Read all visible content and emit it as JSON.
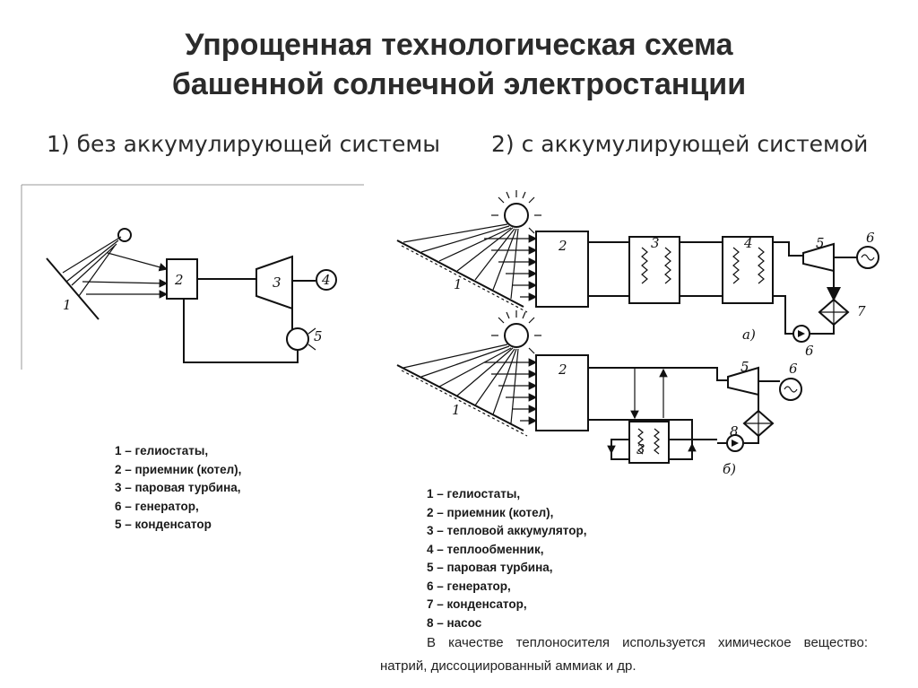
{
  "title_line1": "Упрощенная технологическая схема",
  "title_line2": "башенной солнечной электростанции",
  "subtitle_left": "1) без аккумулирующей системы",
  "subtitle_right": "2) с аккумулирующей системой",
  "diagram_labels": {
    "n1": "1",
    "n2": "2",
    "n3": "3",
    "n4": "4",
    "n5": "5",
    "n6": "6",
    "n7": "7",
    "n8": "8",
    "a": "а)",
    "b": "б)"
  },
  "legend_left": [
    "1 – гелиостаты,",
    "2 – приемник (котел),",
    "3 – паровая турбина,",
    "6 – генератор,",
    "5 – конденсатор"
  ],
  "legend_right": [
    "1 – гелиостаты,",
    "2 – приемник (котел),",
    "3 – тепловой аккумулятор,",
    "4 – теплообменник,",
    "5 – паровая турбина,",
    "6 – генератор,",
    "7 – конденсатор,",
    "8 – насос"
  ],
  "note": "В качестве теплоносителя используется химическое вещество: натрий, диссоциированный аммиак и др."
}
